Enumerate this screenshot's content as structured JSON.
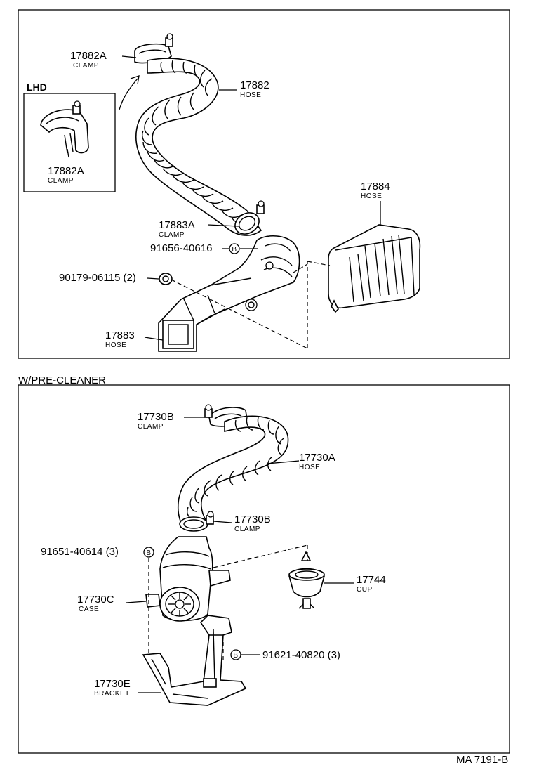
{
  "sections": [
    {
      "id": "standard",
      "inset_title": "LHD",
      "callouts": [
        {
          "part": "17882A",
          "name": "CLAMP"
        },
        {
          "part": "17882",
          "name": "HOSE"
        },
        {
          "part": "17882A",
          "name": "CLAMP"
        },
        {
          "part": "17884",
          "name": "HOSE"
        },
        {
          "part": "17883A",
          "name": "CLAMP"
        },
        {
          "part": "91656-40616",
          "name": ""
        },
        {
          "part": "90179-06115 (2)",
          "name": ""
        },
        {
          "part": "17883",
          "name": "HOSE"
        }
      ]
    },
    {
      "id": "pre-cleaner",
      "title": "W/PRE-CLEANER",
      "callouts": [
        {
          "part": "17730B",
          "name": "CLAMP"
        },
        {
          "part": "17730A",
          "name": "HOSE"
        },
        {
          "part": "17730B",
          "name": "CLAMP"
        },
        {
          "part": "91651-40614 (3)",
          "name": ""
        },
        {
          "part": "17744",
          "name": "CUP"
        },
        {
          "part": "17730C",
          "name": "CASE"
        },
        {
          "part": "91621-40820 (3)",
          "name": ""
        },
        {
          "part": "17730E",
          "name": "BRACKET"
        }
      ]
    }
  ],
  "bolt_marker": "B",
  "reference": "MA 7191-B"
}
